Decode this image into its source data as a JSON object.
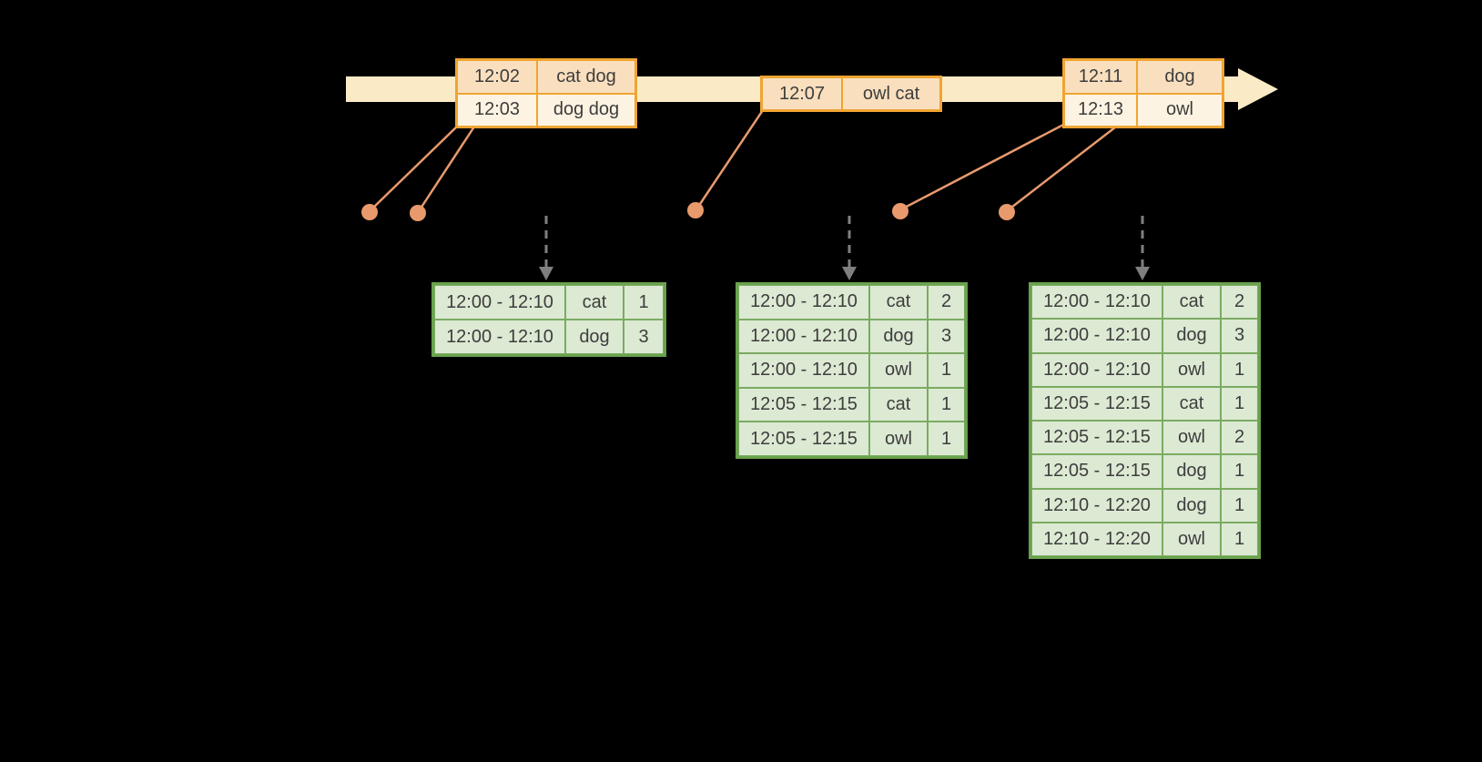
{
  "colors": {
    "background": "#000000",
    "timeline-fill": "#FAEBC6",
    "event-border": "#F0A432",
    "event-peach": "#F9DFBE",
    "event-cream": "#FDF3E2",
    "connector": "#E89A6C",
    "dot": "#E89A6C",
    "trigger-arrow": "#7F7F7F",
    "result-border": "#69A24D",
    "result-grid": "#7BAB62",
    "result-fill": "#DCE9D3",
    "cell-text": "#3D3D3D"
  },
  "timeline": {
    "event_tables": [
      {
        "name": "events-at-12-02",
        "rows": [
          {
            "time": "12:02",
            "words": "cat dog"
          },
          {
            "time": "12:03",
            "words": "dog dog"
          }
        ]
      },
      {
        "name": "events-at-12-07",
        "rows": [
          {
            "time": "12:07",
            "words": "owl cat"
          }
        ]
      },
      {
        "name": "events-at-12-11",
        "rows": [
          {
            "time": "12:11",
            "words": "dog"
          },
          {
            "time": "12:13",
            "words": "owl"
          }
        ]
      }
    ]
  },
  "result_tables": [
    {
      "name": "result-table-1",
      "rows": [
        {
          "window": "12:00 - 12:10",
          "word": "cat",
          "count": "1"
        },
        {
          "window": "12:00 - 12:10",
          "word": "dog",
          "count": "3"
        }
      ]
    },
    {
      "name": "result-table-2",
      "rows": [
        {
          "window": "12:00 - 12:10",
          "word": "cat",
          "count": "2"
        },
        {
          "window": "12:00 - 12:10",
          "word": "dog",
          "count": "3"
        },
        {
          "window": "12:00 - 12:10",
          "word": "owl",
          "count": "1"
        },
        {
          "window": "12:05 - 12:15",
          "word": "cat",
          "count": "1"
        },
        {
          "window": "12:05 - 12:15",
          "word": "owl",
          "count": "1"
        }
      ]
    },
    {
      "name": "result-table-3",
      "rows": [
        {
          "window": "12:00 - 12:10",
          "word": "cat",
          "count": "2"
        },
        {
          "window": "12:00 - 12:10",
          "word": "dog",
          "count": "3"
        },
        {
          "window": "12:00 - 12:10",
          "word": "owl",
          "count": "1"
        },
        {
          "window": "12:05 - 12:15",
          "word": "cat",
          "count": "1"
        },
        {
          "window": "12:05 - 12:15",
          "word": "owl",
          "count": "2"
        },
        {
          "window": "12:05 - 12:15",
          "word": "dog",
          "count": "1"
        },
        {
          "window": "12:10 - 12:20",
          "word": "dog",
          "count": "1"
        },
        {
          "window": "12:10 - 12:20",
          "word": "owl",
          "count": "1"
        }
      ]
    }
  ]
}
